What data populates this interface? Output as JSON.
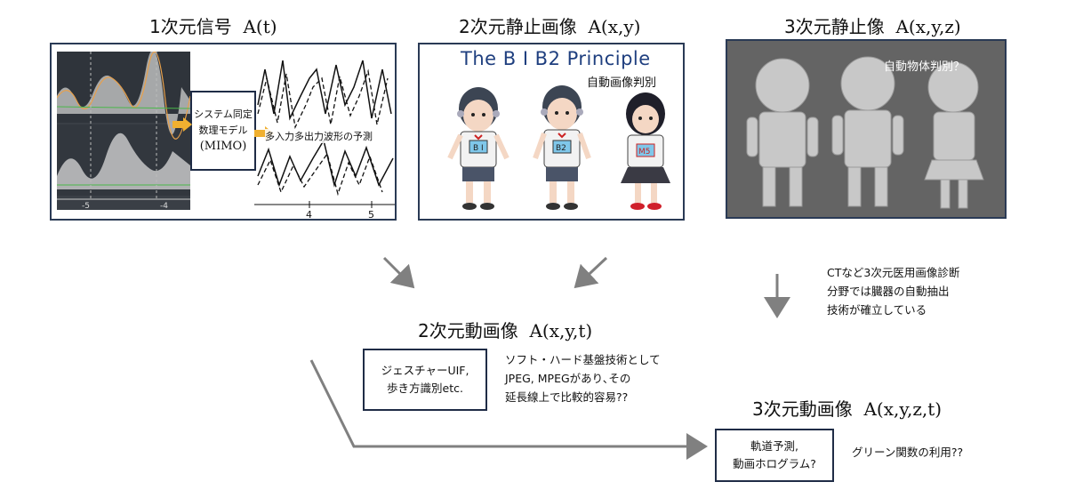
{
  "titles": {
    "signal_1d": {
      "jp": "1次元信号",
      "math": "A(t)"
    },
    "image_2d": {
      "jp": "2次元静止画像",
      "math": "A(x,y)"
    },
    "image_3d": {
      "jp": "3次元静止像",
      "math": "A(x,y,z)"
    },
    "video_2d": {
      "jp": "2次元動画像",
      "math": "A(x,y,t)"
    },
    "video_3d": {
      "jp": "3次元動画像",
      "math": "A(x,y,z,t)"
    }
  },
  "panel1": {
    "mimo_box": {
      "line1": "システム同定",
      "line2": "数理モデル",
      "line3": "(MIMO)"
    },
    "prediction_label": "多入力多出力波形の予測",
    "left_ticks": [
      "-5",
      "-4"
    ],
    "right_ticks": [
      "4",
      "5"
    ]
  },
  "panel2": {
    "heading": "The B I B2 Principle",
    "subheading": "自動画像判別",
    "badges": [
      "B I",
      "B2",
      "M5"
    ]
  },
  "panel3": {
    "label": "自動物体判別？"
  },
  "ct_note": [
    "CTなど3次元医用画像診断",
    "分野では臓器の自動抽出",
    "技術が確立している"
  ],
  "gesture_box": [
    "ジェスチャーUIF,",
    "歩き方識別etc."
  ],
  "soft_note": [
    "ソフト・ハード基盤技術として",
    "JPEG, MPEGがあり､その",
    "延長線上で比較的容易??"
  ],
  "traj_box": [
    "軌道予測,",
    "動画ホログラム?"
  ],
  "green_note": "グリーン関数の利用??",
  "colors": {
    "arrow": "#808080",
    "panel_border": "#2a3a55",
    "box_border": "#1f2c46",
    "title_blue": "#1f3f7f"
  }
}
